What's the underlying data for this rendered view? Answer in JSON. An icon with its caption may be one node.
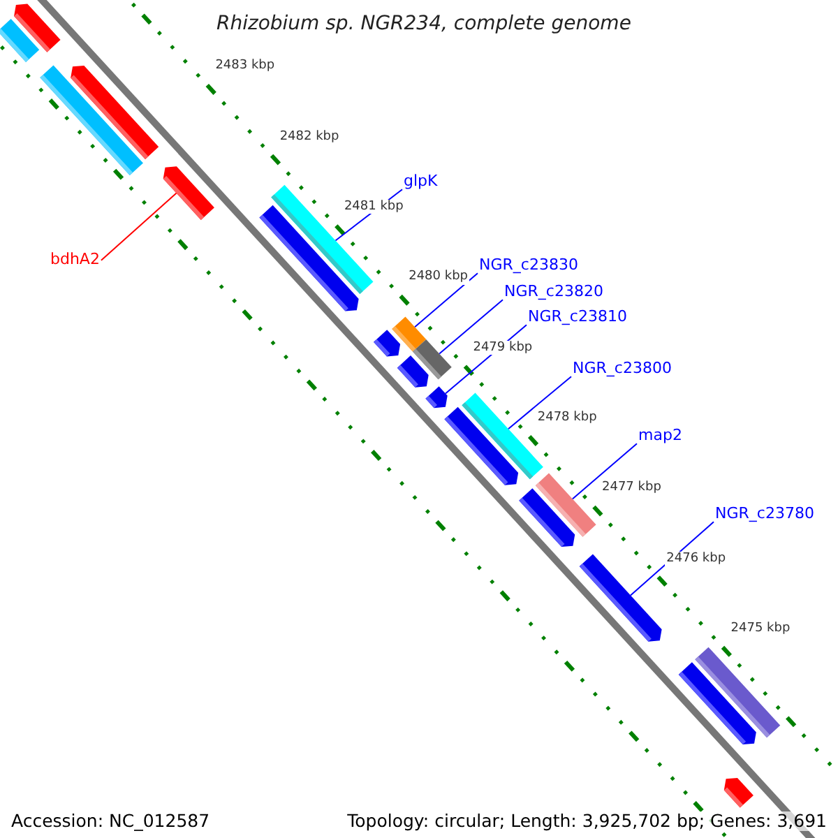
{
  "diagram": {
    "title": "Rhizobium sp. NGR234, complete genome",
    "nodes": [
      {
        "text": [
          "bdhA2"
        ]
      },
      {
        "text": [],
        "shape": "arrow"
      },
      {
        "text": [
          "glpK"
        ]
      },
      {
        "text": [],
        "shape": "bar"
      },
      {
        "text": [
          "NGR_c23830"
        ]
      },
      {
        "text": [],
        "shape": "bar"
      },
      {
        "text": [
          "NGR_c23820"
        ]
      },
      {
        "text": [],
        "shape": "bar"
      },
      {
        "text": [
          "NGR_c23810"
        ]
      },
      {
        "text": [],
        "shape": "arrow"
      },
      {
        "text": [
          "NGR_c23800"
        ]
      },
      {
        "text": [],
        "shape": "bar"
      },
      {
        "text": [
          "map2"
        ]
      },
      {
        "text": [],
        "shape": "bar"
      },
      {
        "text": [
          "NGR_c23780"
        ]
      },
      {
        "text": [],
        "shape": "arrow"
      },
      {
        "text": [],
        "shape": "bar"
      },
      {
        "text": [],
        "shape": "arrow"
      },
      {
        "text": [],
        "shape": "bar"
      },
      {
        "text": [],
        "shape": "arrow"
      },
      {
        "text": [],
        "shape": "arrow"
      },
      {
        "text": [],
        "shape": "arrow"
      },
      {
        "text": [],
        "shape": "arrow"
      },
      {
        "text": [],
        "shape": "arrow"
      },
      {
        "text": [],
        "shape": "arrow"
      },
      {
        "text": [],
        "shape": "arrow"
      },
      {
        "text": [],
        "shape": "bar"
      },
      {
        "text": [],
        "shape": "arrow"
      }
    ],
    "edges": [
      {
        "from": 0,
        "to": 1,
        "arrow": "none",
        "color": "#ff0000"
      },
      {
        "from": 2,
        "to": 3,
        "arrow": "none"
      },
      {
        "from": 4,
        "to": 5,
        "arrow": "none"
      },
      {
        "from": 6,
        "to": 7,
        "arrow": "none"
      },
      {
        "from": 8,
        "to": 9,
        "arrow": "none"
      },
      {
        "from": 10,
        "to": 11,
        "arrow": "none"
      },
      {
        "from": 12,
        "to": 13,
        "arrow": "none"
      },
      {
        "from": 14,
        "to": 15,
        "arrow": "none"
      }
    ],
    "labels": [
      "2483 kbp",
      "2482 kbp",
      "2481 kbp",
      "2480 kbp",
      "2479 kbp",
      "2478 kbp",
      "2477 kbp",
      "2476 kbp",
      "2475 kbp",
      "Accession: NC_012587",
      "Topology: circular; Length: 3,925,702 bp; Genes: 3,691"
    ]
  }
}
